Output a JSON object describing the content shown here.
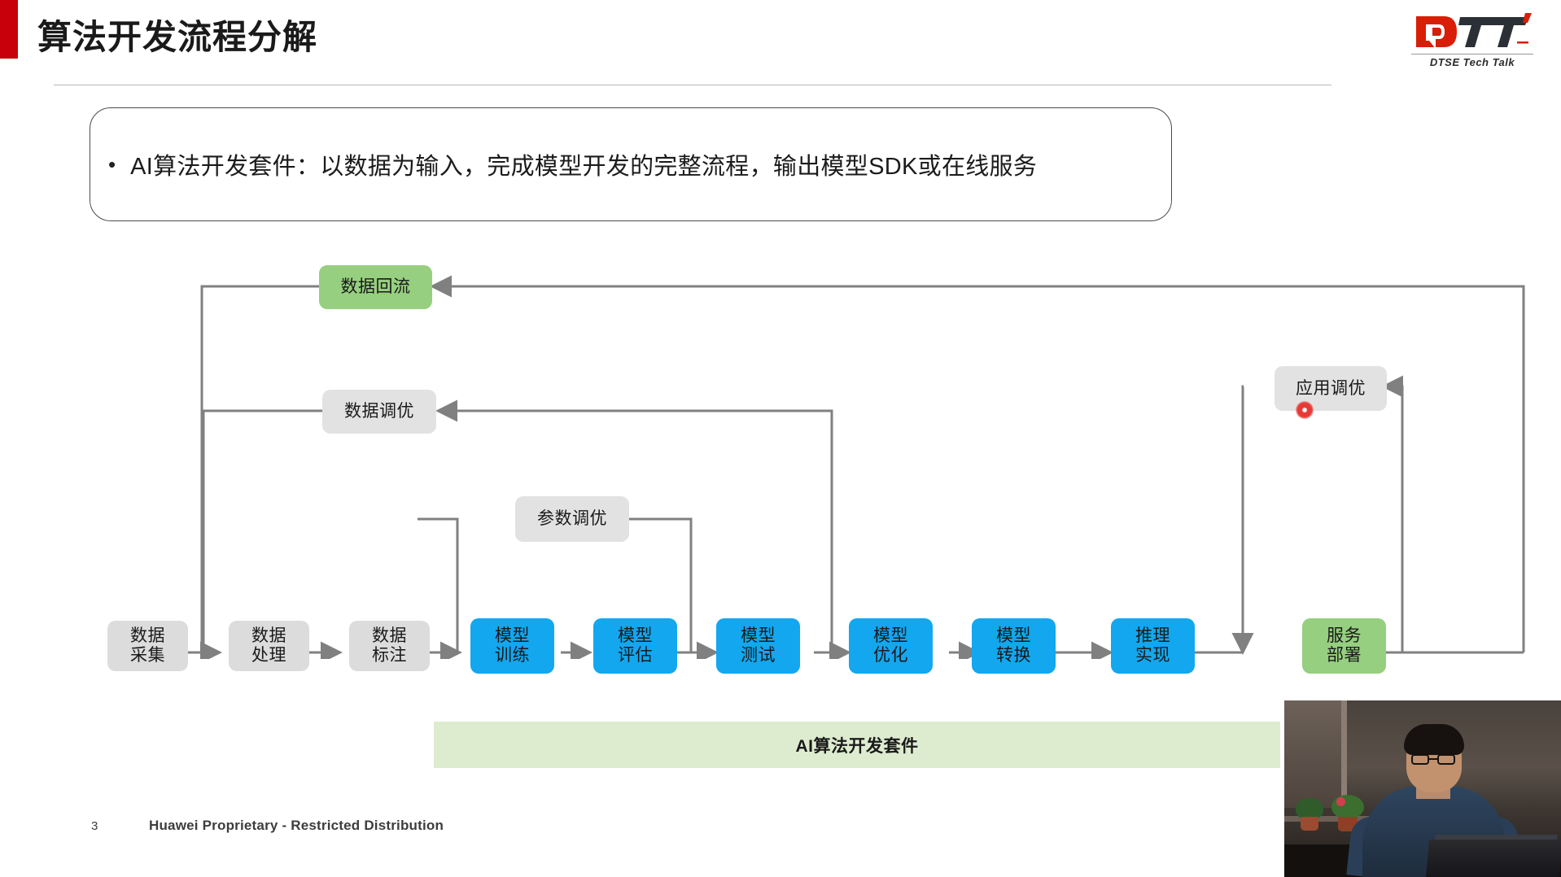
{
  "header": {
    "title": "算法开发流程分解",
    "accent_color": "#c7000b"
  },
  "logo": {
    "mark": "DTT",
    "subtitle": "DTSE  Tech Talk"
  },
  "callout": {
    "bullet": "•",
    "text": "AI算法开发套件：以数据为输入，完成模型开发的完整流程，输出模型SDK或在线服务"
  },
  "diagram": {
    "colors": {
      "gray": "#dcdcdc",
      "blue": "#12a7ef",
      "green": "#96cf7f",
      "soft": "#e2e2e2",
      "connector": "#808080"
    },
    "nodes": [
      {
        "id": "data-reflow",
        "label": "数据回流",
        "style": "green"
      },
      {
        "id": "data-tuning",
        "label": "数据调优",
        "style": "soft"
      },
      {
        "id": "param-tuning",
        "label": "参数调优",
        "style": "soft"
      },
      {
        "id": "app-tuning",
        "label": "应用调优",
        "style": "soft"
      },
      {
        "id": "data-collection",
        "label": "数据\n采集",
        "style": "gray"
      },
      {
        "id": "data-processing",
        "label": "数据\n处理",
        "style": "gray"
      },
      {
        "id": "data-annotation",
        "label": "数据\n标注",
        "style": "gray"
      },
      {
        "id": "model-training",
        "label": "模型\n训练",
        "style": "blue"
      },
      {
        "id": "model-evaluation",
        "label": "模型\n评估",
        "style": "blue"
      },
      {
        "id": "model-testing",
        "label": "模型\n测试",
        "style": "blue"
      },
      {
        "id": "model-optimization",
        "label": "模型\n优化",
        "style": "blue"
      },
      {
        "id": "model-conversion",
        "label": "模型\n转换",
        "style": "blue"
      },
      {
        "id": "inference-impl",
        "label": "推理\n实现",
        "style": "blue"
      },
      {
        "id": "service-deploy",
        "label": "服务\n部署",
        "style": "green"
      }
    ],
    "labels": {
      "data_reflow": "数据回流",
      "data_tuning": "数据调优",
      "param_tuning": "参数调优",
      "app_tuning": "应用调优",
      "data_collection_l1": "数据",
      "data_collection_l2": "采集",
      "data_processing_l1": "数据",
      "data_processing_l2": "处理",
      "data_annotation_l1": "数据",
      "data_annotation_l2": "标注",
      "model_training_l1": "模型",
      "model_training_l2": "训练",
      "model_evaluation_l1": "模型",
      "model_evaluation_l2": "评估",
      "model_testing_l1": "模型",
      "model_testing_l2": "测试",
      "model_optimization_l1": "模型",
      "model_optimization_l2": "优化",
      "model_conversion_l1": "模型",
      "model_conversion_l2": "转换",
      "inference_impl_l1": "推理",
      "inference_impl_l2": "实现",
      "service_deploy_l1": "服务",
      "service_deploy_l2": "部署"
    }
  },
  "banner": {
    "text": "AI算法开发套件",
    "color": "#ddeccf"
  },
  "footer": {
    "page_number": "3",
    "note": "Huawei Proprietary - Restricted Distribution"
  },
  "overlay": {
    "recording_indicator": "recording-dot",
    "webcam": "presenter-webcam"
  }
}
